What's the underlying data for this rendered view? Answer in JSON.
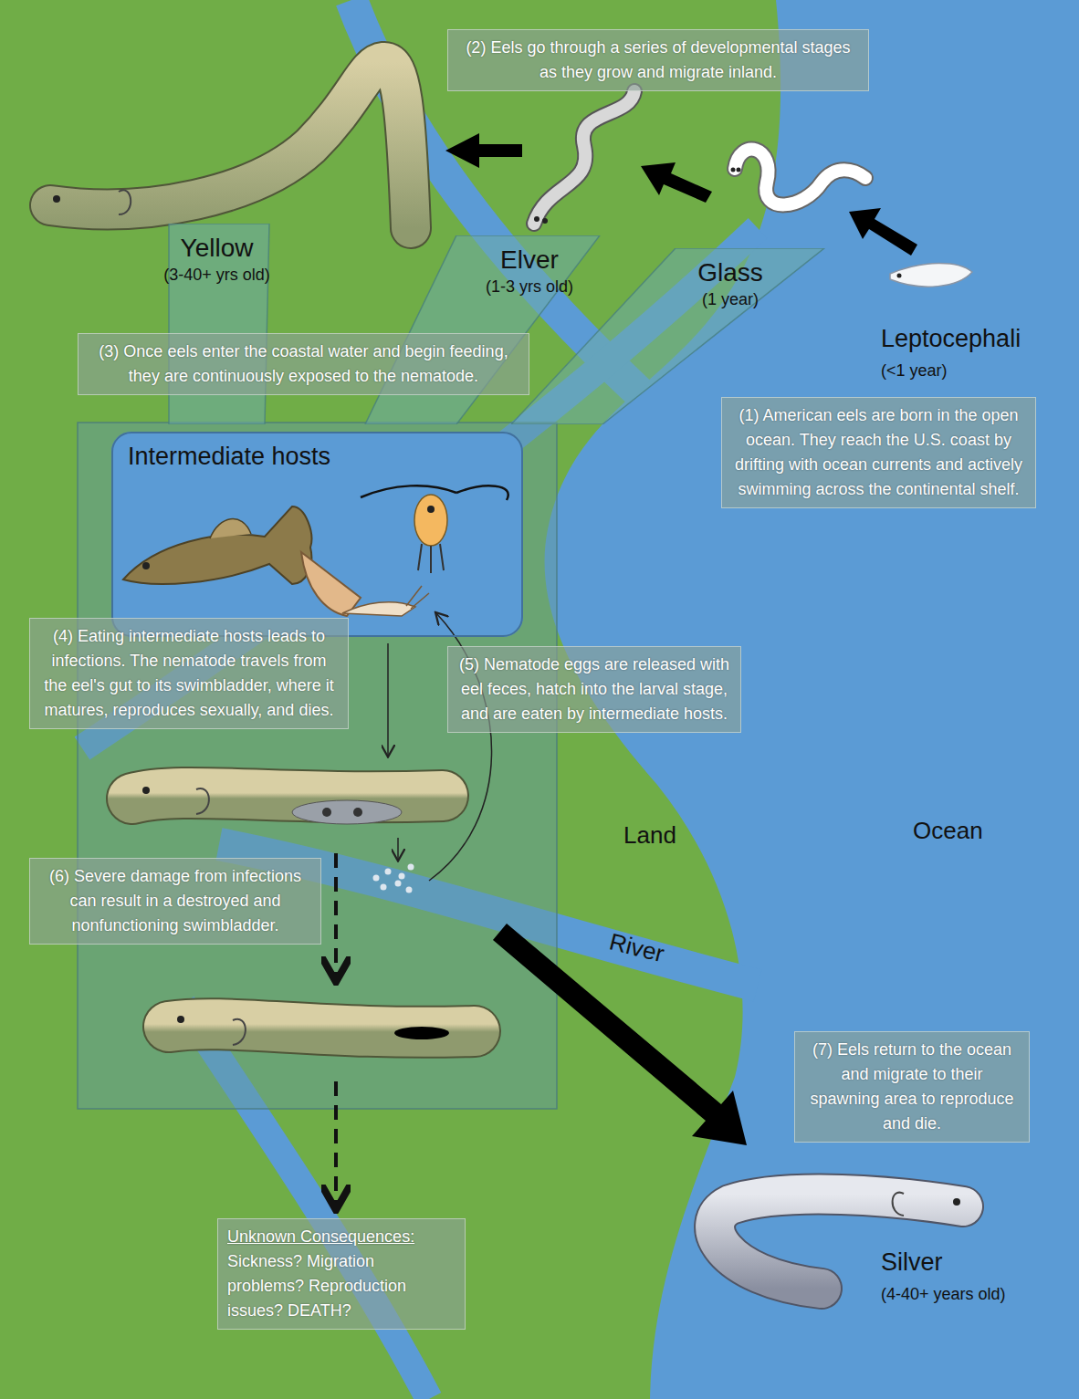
{
  "diagram": {
    "nodes": [
      {
        "text": [
          "(2) Eels go through a series of developmental stages as they grow and migrate inland."
        ]
      },
      {
        "text": [
          "Yellow",
          "(3-40+ yrs old)"
        ]
      },
      {
        "text": [
          "Elver",
          "(1-3 yrs old)"
        ]
      },
      {
        "text": [
          "Glass",
          "(1 year)"
        ]
      },
      {
        "text": [
          "(1) American eels are born in the open ocean. They reach the U.S. coast by drifting with ocean currents and actively swimming across the continental shelf."
        ]
      },
      {
        "text": [
          "(3) Once eels enter the coastal water and begin feeding, they are continuously exposed to the nematode."
        ]
      },
      {
        "text": [
          "Intermediate hosts"
        ]
      },
      {
        "text": [
          "(4) Eating intermediate hosts leads to infections. The nematode travels from the eel's gut to its swimbladder, where it matures, reproduces sexually, and dies."
        ]
      },
      {
        "text": [
          "(5) Nematode eggs are released with eel feces, hatch into the larval stage, and are eaten by intermediate hosts."
        ]
      },
      {
        "text": [
          "(6) Severe damage from infections can result in a destroyed and nonfunctioning swimbladder."
        ]
      },
      {
        "text": [
          "(7) Eels return to the ocean and migrate to their spawning area to reproduce and die."
        ]
      },
      {
        "text": [
          "Unknown Consequences:",
          "Sickness? Migration problems? Reproduction issues? DEATH?"
        ]
      }
    ],
    "labels": [
      "Leptocephali",
      "(<1 year)",
      "Land",
      "Ocean",
      "River",
      "Silver",
      "(4-40+ years old)"
    ]
  }
}
